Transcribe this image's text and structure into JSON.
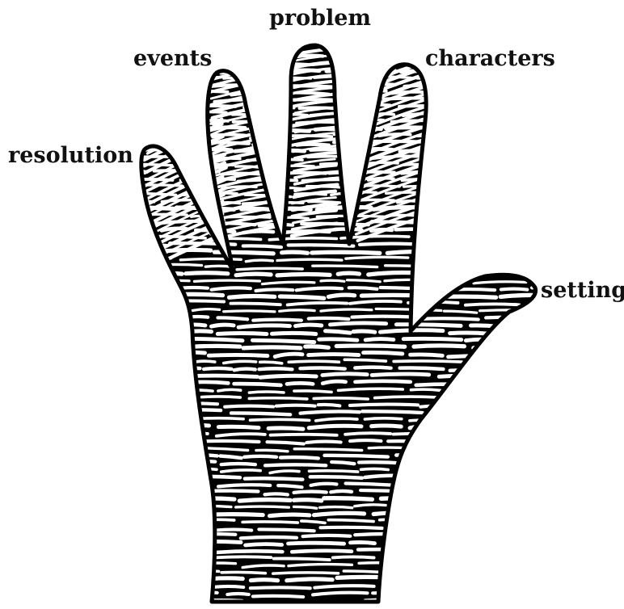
{
  "labels": {
    "problem": "problem",
    "events": "events",
    "characters": "characters",
    "resolution": "resolution",
    "setting": "setting"
  },
  "colors": {
    "ink": "#000000",
    "paper": "#ffffff"
  },
  "icons": {
    "hand": "engraved-hand-icon"
  }
}
